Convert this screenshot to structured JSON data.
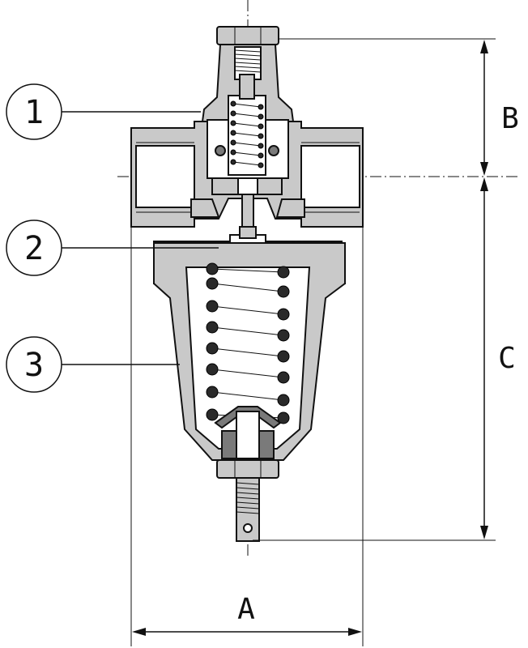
{
  "callouts": [
    {
      "label": "1"
    },
    {
      "label": "2"
    },
    {
      "label": "3"
    }
  ],
  "dimensions": {
    "a": "A",
    "b": "B",
    "c": "C"
  },
  "colors": {
    "body": "#c9c9c9",
    "dark_parts": "#7a7a7a",
    "spring_coils": "#2a2a2a"
  }
}
